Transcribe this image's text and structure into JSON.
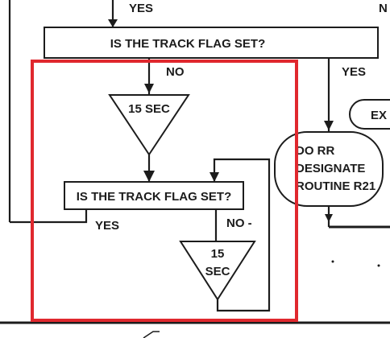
{
  "labels": {
    "yes_top": "YES",
    "top_n_fragment": "N",
    "decision_1": "IS THE TRACK FLAG SET?",
    "no_1": "NO",
    "yes_right": "YES",
    "timer_1": "15 SEC",
    "exit_fragment": "EX",
    "rr_line1": "DO RR",
    "rr_line2": "DESIGNATE",
    "rr_line3": "ROUTINE R21",
    "decision_2": "IS THE TRACK FLAG SET?",
    "yes_2": "YES",
    "no_2": "NO -",
    "timer_2_line1": "15",
    "timer_2_line2": "SEC"
  },
  "colors": {
    "ink": "#1c1c1c",
    "highlight": "#e0282e",
    "paper": "#ffffff"
  }
}
